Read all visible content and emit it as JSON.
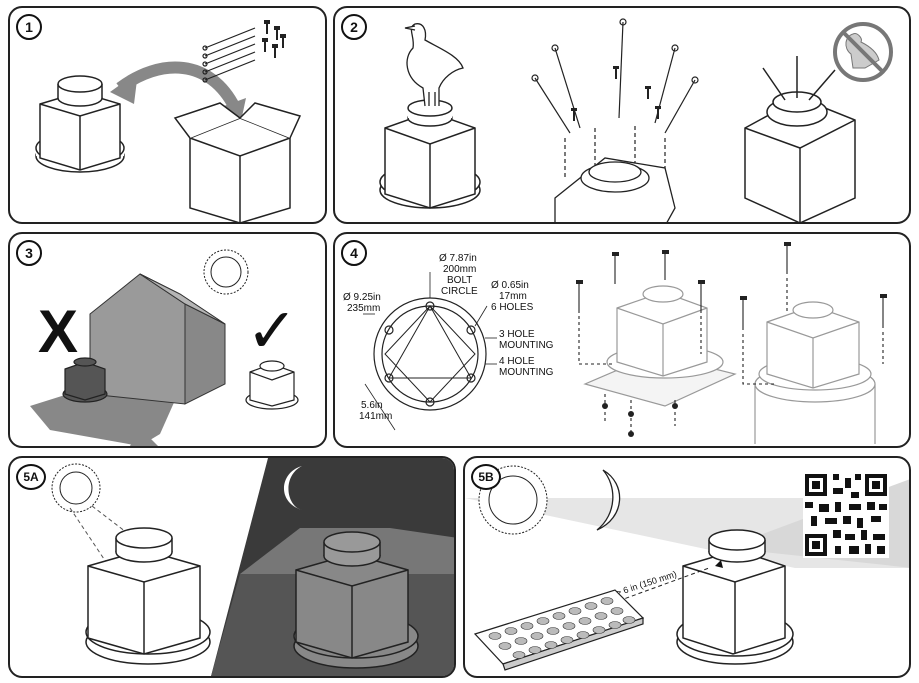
{
  "steps": [
    {
      "id": "1"
    },
    {
      "id": "2"
    },
    {
      "id": "3"
    },
    {
      "id": "4"
    },
    {
      "id": "5A"
    },
    {
      "id": "5B"
    }
  ],
  "step3": {
    "bad_mark": "X",
    "good_mark": "✓"
  },
  "step4": {
    "bolt_circle_diameter": "Ø 7.87in",
    "bolt_circle_mm": "200mm",
    "bolt_label_1": "BOLT",
    "bolt_label_2": "CIRCLE",
    "outer_diameter": "Ø 9.25in",
    "outer_mm": "235mm",
    "hole_diameter": "Ø 0.65in",
    "hole_mm": "17mm",
    "holes": "6 HOLES",
    "three_hole_1": "3 HOLE",
    "three_hole_2": "MOUNTING",
    "four_hole_1": "4 HOLE",
    "four_hole_2": "MOUNTING",
    "spacing": "5.6in",
    "spacing_mm": "141mm"
  },
  "step5b": {
    "distance": "> 6 in (150 mm)"
  },
  "colors": {
    "line": "#222222",
    "gray_panel": "#888888",
    "dark_panel": "#4a4a4a",
    "night_sky": "#3a3a3a"
  }
}
